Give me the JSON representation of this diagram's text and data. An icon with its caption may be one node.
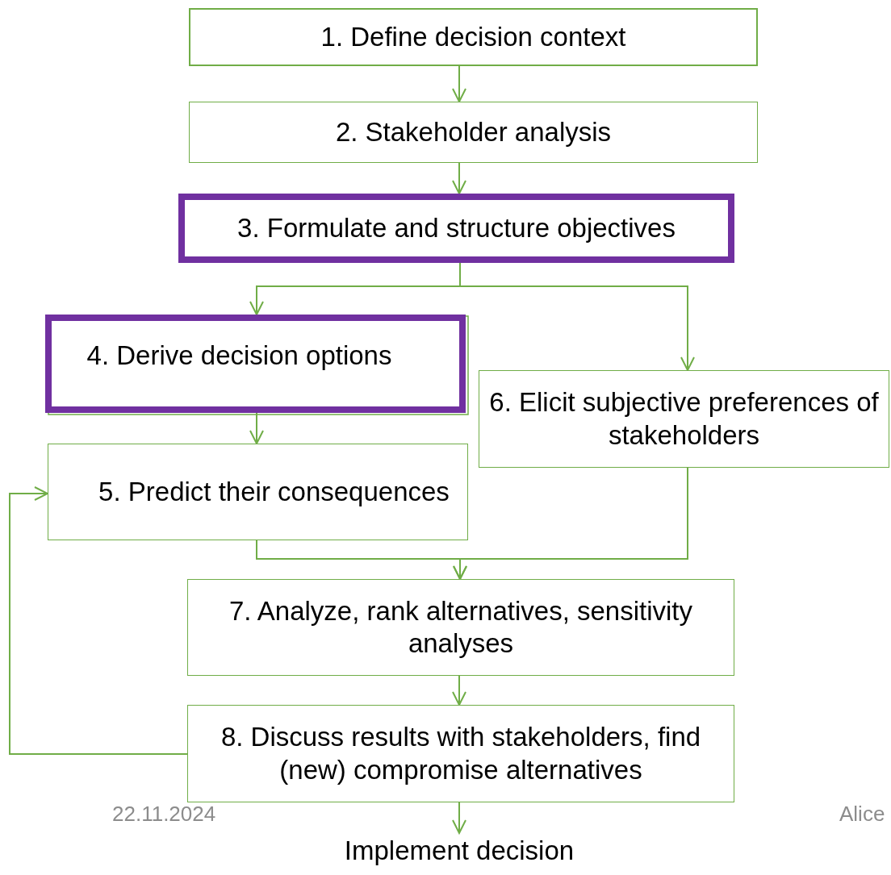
{
  "diagram": {
    "nodes": [
      {
        "text": [
          "1. Define decision context"
        ]
      },
      {
        "text": [
          "2. Stakeholder analysis"
        ]
      },
      {
        "text": [
          "3. Formulate and structure objectives"
        ]
      },
      {
        "text": [
          "4. Derive decision options"
        ]
      },
      {
        "text": [
          "5. Predict their consequences"
        ]
      },
      {
        "text": [
          "6. Elicit subjective preferences of stakeholders"
        ]
      },
      {
        "text": [
          "7. Analyze, rank alternatives, sensitivity analyses"
        ]
      },
      {
        "text": [
          "8. Discuss results with stakeholders, find (new) compromise alternatives"
        ]
      },
      {
        "text": [
          "Implement decision"
        ]
      }
    ],
    "edges": [
      {
        "from": 0,
        "to": 1,
        "arrow": "to"
      },
      {
        "from": 1,
        "to": 2,
        "arrow": "to"
      },
      {
        "from": 2,
        "to": 3,
        "arrow": "to"
      },
      {
        "from": 2,
        "to": 5,
        "arrow": "to"
      },
      {
        "from": 3,
        "to": 4,
        "arrow": "to"
      },
      {
        "from": 4,
        "to": 6,
        "arrow": "to"
      },
      {
        "from": 5,
        "to": 6,
        "arrow": "to"
      },
      {
        "from": 6,
        "to": 7,
        "arrow": "to"
      },
      {
        "from": 7,
        "to": 4,
        "arrow": "to"
      },
      {
        "from": 7,
        "to": 8,
        "arrow": "to"
      }
    ],
    "labels": [
      "22.11.2024",
      "Alice"
    ]
  }
}
